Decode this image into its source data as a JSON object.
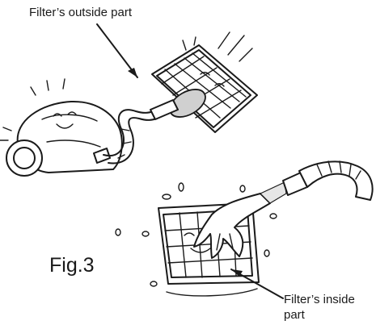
{
  "labels": {
    "filter_outside": "Filter’s outside part",
    "figure": "Fig.3",
    "filter_inside_line1": "Filter’s inside",
    "filter_inside_line2": "part"
  },
  "icons": {
    "vacuum": "vacuum-cleaner-icon",
    "filter": "air-filter-icon",
    "hose": "water-hose-icon",
    "hand": "hand-icon"
  },
  "colors": {
    "ink": "#1a1a1a",
    "nozzle_shade": "#d0d0d0",
    "background": "#ffffff"
  }
}
